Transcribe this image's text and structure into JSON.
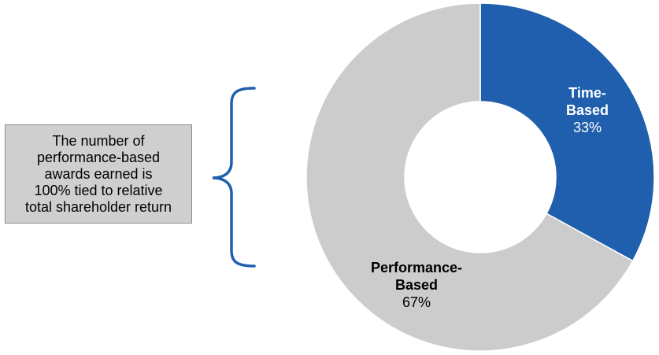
{
  "note": {
    "text": "The number of\nperformance-based\nawards earned is\n100% tied to relative\ntotal shareholder return"
  },
  "colors": {
    "time_based": "#1f5fad",
    "performance_based": "#cccccc",
    "brace": "#1f5fad",
    "note_fill": "#cfcfcf",
    "note_border": "#8c8c8c",
    "text": "#000000",
    "label_on_blue": "#ffffff"
  },
  "chart_data": {
    "type": "pie",
    "style": "donut",
    "categories": [
      "Time-Based",
      "Performance-Based"
    ],
    "values": [
      33,
      67
    ],
    "unit": "%",
    "slices": [
      {
        "name_lines": [
          "Time-",
          "Based"
        ],
        "percent_label": "33%",
        "value": 33
      },
      {
        "name_lines": [
          "Performance-",
          "Based"
        ],
        "percent_label": "67%",
        "value": 67
      }
    ]
  }
}
